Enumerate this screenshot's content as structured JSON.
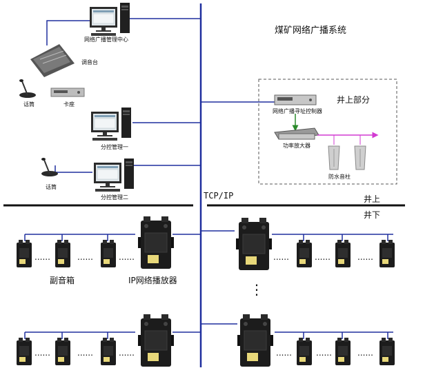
{
  "title": "煤矿网络广播系统",
  "labels": {
    "center": "网络广播管理中心",
    "mixer": "调音台",
    "mic1": "话筒",
    "deck": "卡座",
    "sub1": "分控管理一",
    "mic2": "话筒",
    "sub2": "分控管理二",
    "tcpip": "TCP/IP",
    "above_section": "井上部分",
    "controller": "网络广播寻址控制器",
    "amp": "功率放大器",
    "column": "防水音柱",
    "surface": "井上",
    "underground": "井下",
    "aux_box": "副音箱",
    "ip_player": "IP网络播放器",
    "ellipsis": "......",
    "vdots": "⋮"
  },
  "colors": {
    "backbone": "#1f2f9e",
    "divider": "#111111",
    "feed_arrow": "#2a8a2a",
    "speaker_arrow": "#d23ad2",
    "device_dark": "#1c1c1c",
    "device_label": "#e8d87a"
  }
}
